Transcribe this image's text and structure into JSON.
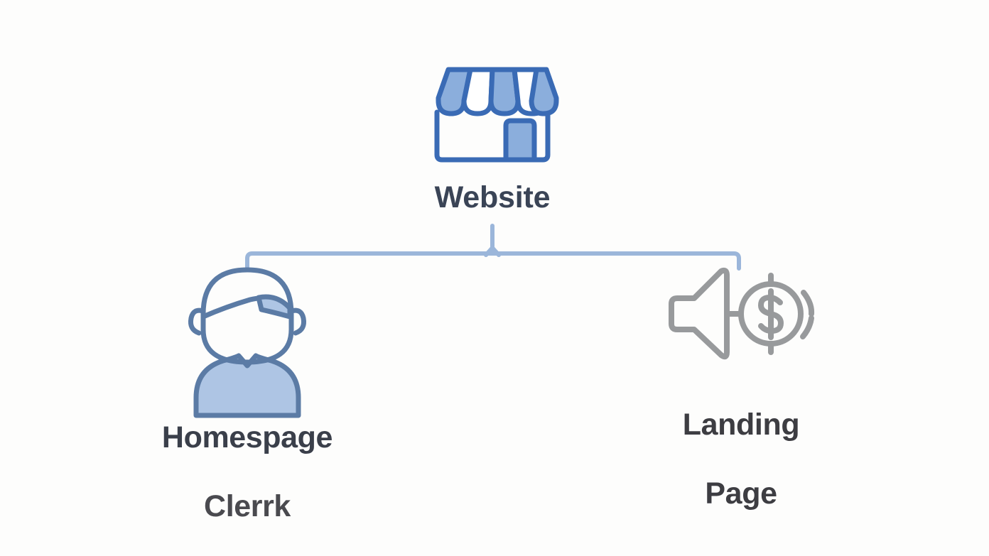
{
  "diagram": {
    "background_color": "#fdfdfc",
    "type": "hierarchy-tree",
    "connector_color": "#9bb6da",
    "nodes": {
      "root": {
        "id": "website",
        "label": "Website",
        "icon": "storefront-icon",
        "text_color": "#3a4456",
        "icon_stroke_color": "#3a6bb5",
        "icon_fill_color": "#8baedc"
      },
      "left_child": {
        "id": "homepage-clerk",
        "label_line1": "Homespage",
        "label_line2": "Clerrk",
        "icon": "person-clerk-icon",
        "text_color": "#3d3d42",
        "icon_stroke_color": "#5b7ba5",
        "icon_fill_color": "#aec5e4"
      },
      "right_child": {
        "id": "landing-page",
        "label_line1": "Landing",
        "label_line2": "Page",
        "icon": "megaphone-dollar-target-icon",
        "text_color": "#3d3d42",
        "icon_stroke_color": "#989a9c"
      }
    }
  }
}
